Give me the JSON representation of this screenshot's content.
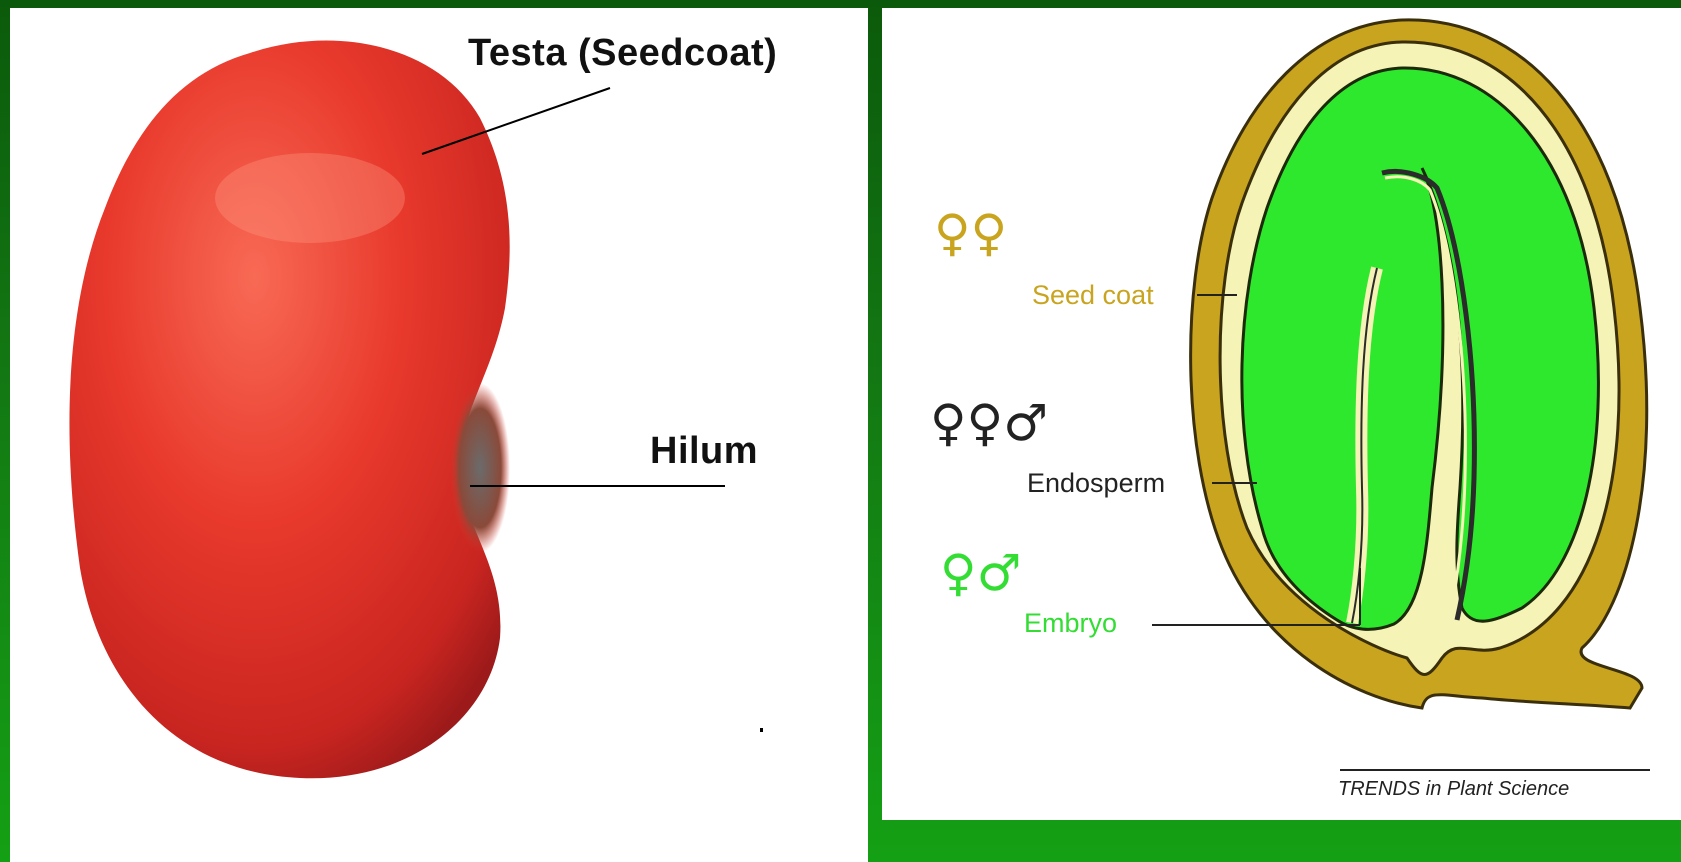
{
  "left": {
    "label_testa": "Testa (Seedcoat)",
    "label_hilum": "Hilum",
    "bean_color": "#e8392c"
  },
  "right": {
    "seedcoat": {
      "symbols": "♀♀",
      "label": "Seed coat",
      "color": "#c9a41f"
    },
    "endosperm": {
      "symbols": "♀♀♂",
      "label": "Endosperm",
      "color": "#222222"
    },
    "embryo": {
      "symbols": "♀♂",
      "label": "Embryo",
      "color": "#33dd33"
    },
    "credit": "TRENDS in Plant Science"
  },
  "colors": {
    "background": "#137913",
    "seed_coat_fill": "#c9a41f",
    "endosperm_fill": "#f5f3b5",
    "embryo_fill": "#2ee82e"
  }
}
